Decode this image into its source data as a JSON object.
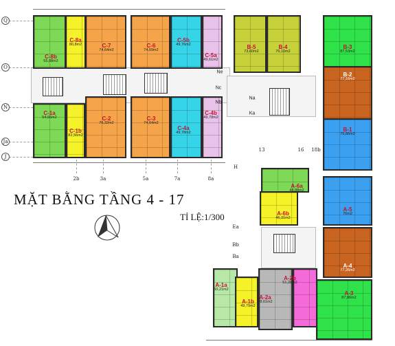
{
  "title": "MẶT BẰNG TẦNG 4 - 17",
  "scale": "TỈ LỆ:1/300",
  "colors": {
    "green": "#7ed957",
    "yellow": "#f6f22a",
    "orange": "#f5a44a",
    "cyan": "#35d4e8",
    "lilac": "#e9c2ea",
    "olive": "#c7d23a",
    "brightgreen": "#2fe24a",
    "brown": "#c8641f",
    "blue": "#3aa0ef",
    "gray": "#b8b8b8",
    "magenta": "#f56ad9",
    "paleGreen": "#b7e8a8"
  },
  "units": [
    {
      "name": "C-8a",
      "area": "80,8m2",
      "color": "yellow"
    },
    {
      "name": "C-8b",
      "area": "55,08m2",
      "color": "green"
    },
    {
      "name": "C-7",
      "area": "74,64m2",
      "color": "orange"
    },
    {
      "name": "C-6",
      "area": "74,69m2",
      "color": "orange"
    },
    {
      "name": "C-5b",
      "area": "49,76m2",
      "color": "cyan"
    },
    {
      "name": "C-5a",
      "area": "49,61m2",
      "color": "lilac"
    },
    {
      "name": "B-5",
      "area": "73,60m2",
      "color": "olive"
    },
    {
      "name": "B-4",
      "area": "76,10m2",
      "color": "olive"
    },
    {
      "name": "B-3",
      "area": "87,53m2",
      "color": "brightgreen"
    },
    {
      "name": "B-2",
      "area": "77,16m2",
      "color": "brown"
    },
    {
      "name": "C-1a",
      "area": "54,66m2",
      "color": "green"
    },
    {
      "name": "C-1b",
      "area": "82,56m2",
      "color": "yellow"
    },
    {
      "name": "C-2",
      "area": "76,32m2",
      "color": "orange"
    },
    {
      "name": "C-3",
      "area": "74,64m2",
      "color": "orange"
    },
    {
      "name": "C-4a",
      "area": "49,78m2",
      "color": "cyan"
    },
    {
      "name": "C-4b",
      "area": "49,78m2",
      "color": "lilac"
    },
    {
      "name": "B-1",
      "area": "76,86m2",
      "color": "blue"
    },
    {
      "name": "A-6a",
      "area": "48,88m2",
      "color": "green"
    },
    {
      "name": "A-6b",
      "area": "46,31m2",
      "color": "yellow"
    },
    {
      "name": "A-5",
      "area": "76m2",
      "color": "blue"
    },
    {
      "name": "A-4",
      "area": "77,26m2",
      "color": "brown"
    },
    {
      "name": "A-1a",
      "area": "50,21m2",
      "color": "paleGreen"
    },
    {
      "name": "A-1b",
      "area": "49,79m2",
      "color": "yellow"
    },
    {
      "name": "A-2a",
      "area": "58,61m2",
      "color": "gray"
    },
    {
      "name": "A-2b",
      "area": "51,28m2",
      "color": "magenta"
    },
    {
      "name": "A-3",
      "area": "87,86m2",
      "color": "brightgreen"
    }
  ],
  "grid": {
    "rows_left": [
      "Q",
      "O",
      "N",
      "Ja",
      "J"
    ],
    "cols_bottom": [
      "2b",
      "3a",
      "5a",
      "7a",
      "8a"
    ],
    "cols_top": [
      "13",
      "16",
      "18b"
    ],
    "rows_right": [
      "H",
      "Ea",
      "Bb",
      "Ba"
    ]
  },
  "zones": [
    "Ne",
    "Nc",
    "Nb",
    "Na",
    "Ka"
  ]
}
